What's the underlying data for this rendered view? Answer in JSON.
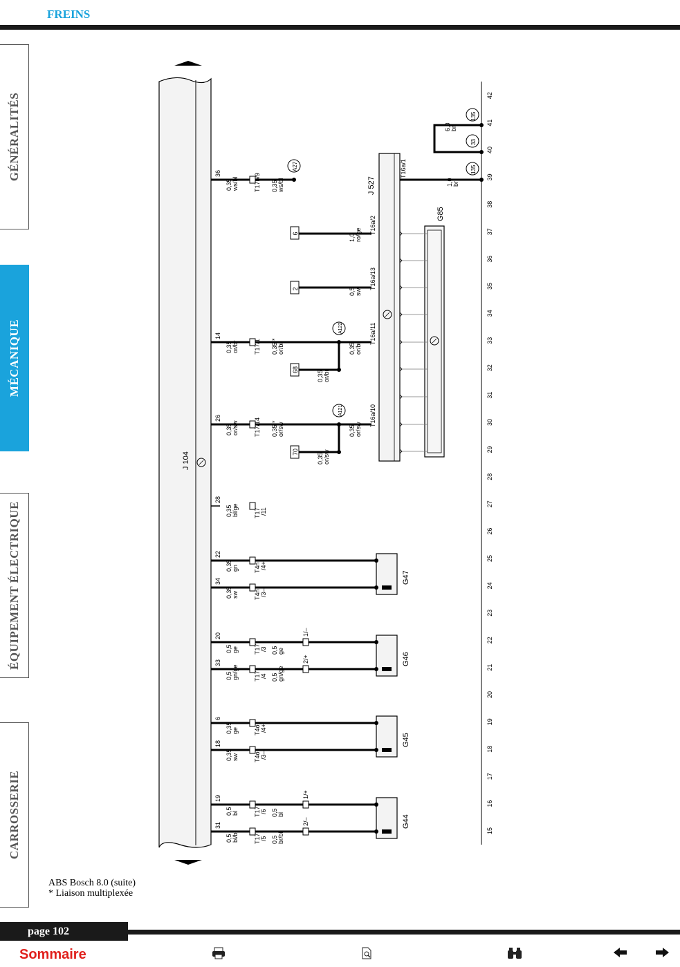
{
  "header": {
    "title": "FREINS"
  },
  "sidebar": {
    "tabs": [
      {
        "label": "GÉNÉRALITÉS",
        "active": false
      },
      {
        "label": "MÉCANIQUE",
        "active": true
      },
      {
        "label": "ÉQUIPEMENT ÉLECTRIQUE",
        "active": false
      },
      {
        "label": "CARROSSERIE",
        "active": false
      }
    ],
    "active_color": "#1aa3dc"
  },
  "diagram": {
    "main_unit": "J 104",
    "can_unit": "J 527",
    "bus_component": "G85",
    "track_numbers": [
      "15",
      "16",
      "17",
      "18",
      "19",
      "20",
      "21",
      "22",
      "23",
      "24",
      "25",
      "26",
      "27",
      "28",
      "29",
      "30",
      "31",
      "32",
      "33",
      "34",
      "35",
      "36",
      "37",
      "38",
      "39",
      "40",
      "41",
      "42"
    ],
    "wires": [
      {
        "pin": "31",
        "size": "0,5",
        "color": "bl/br",
        "connector": "T17",
        "connector_pin": "/5",
        "far_size": "0,5",
        "far_color": "br/bl",
        "sensor_pin": "2/–"
      },
      {
        "pin": "19",
        "size": "0,5",
        "color": "bl",
        "connector": "T17",
        "connector_pin": "/6",
        "far_size": "0,5",
        "far_color": "bl",
        "sensor_pin": "1/+"
      },
      {
        "pin": "18",
        "size": "0,35",
        "color": "sw",
        "connector": "T4o",
        "connector_pin": "/3–"
      },
      {
        "pin": "6",
        "size": "0,35",
        "color": "ge",
        "connector": "T4o",
        "connector_pin": "/4+"
      },
      {
        "pin": "33",
        "size": "0,5",
        "color": "gn/ge",
        "connector": "T17",
        "connector_pin": "/4",
        "far_size": "0,5",
        "far_color": "gn/ge",
        "sensor_pin": "2/+"
      },
      {
        "pin": "20",
        "size": "0,5",
        "color": "ge",
        "connector": "T17",
        "connector_pin": "/3",
        "far_size": "0,5",
        "far_color": "ge",
        "sensor_pin": "1/–"
      },
      {
        "pin": "34",
        "size": "0,35",
        "color": "sw",
        "connector": "T4n",
        "connector_pin": "/3–"
      },
      {
        "pin": "22",
        "size": "0,35",
        "color": "gn",
        "connector": "T4n",
        "connector_pin": "/4+"
      },
      {
        "pin": "28",
        "size": "0,35",
        "color": "bl/ge",
        "connector": "T17",
        "connector_pin": "/11"
      },
      {
        "pin": "26",
        "size": "0,35",
        "color": "or/sw",
        "connector": "T17/14",
        "far_size": "0,35 *",
        "far_color": "or/sw",
        "node": "A121",
        "branch_size": "0,35",
        "branch_color": "or/sw",
        "branch_box": "70",
        "can_size": "0,35",
        "can_color": "or/sw",
        "can_pin": "T16a/10"
      },
      {
        "pin": "14",
        "size": "0,35",
        "color": "or/br",
        "connector": "T17/1",
        "far_size": "0,35 *",
        "far_color": "or/br",
        "node": "A122",
        "branch_size": "0,35",
        "branch_color": "or/br",
        "branch_box": "68",
        "can_size": "0,35",
        "can_color": "or/br",
        "can_pin": "T16a/11"
      },
      {
        "pin": "36",
        "size": "0,35",
        "color": "ws/bl",
        "connector": "T17b/9",
        "far_size": "0,35",
        "far_color": "ws/bl",
        "node": "A27"
      }
    ],
    "sensors": [
      "G44",
      "G45",
      "G46",
      "G47"
    ],
    "can_inputs": [
      {
        "box": "2",
        "size": "0,5",
        "color": "sw",
        "pin": "T16a/13"
      },
      {
        "box": "6",
        "size": "1,0",
        "color": "ro/ge",
        "pin": "T16a/2"
      }
    ],
    "ground": [
      {
        "pin": "T16a/1",
        "size": "1,0",
        "color": "br",
        "ref": "135"
      },
      {
        "ref": "33"
      },
      {
        "size": "6,0",
        "color": "br",
        "ref": "135"
      }
    ]
  },
  "caption": {
    "line1": "ABS Bosch 8.0 (suite)",
    "line2": "* Liaison multiplexée"
  },
  "footer": {
    "page_label": "page 102",
    "sommaire": "Sommaire",
    "icons": [
      "printer-icon",
      "document-icon",
      "binoculars-icon",
      "arrow-left-icon",
      "arrow-right-icon"
    ]
  }
}
